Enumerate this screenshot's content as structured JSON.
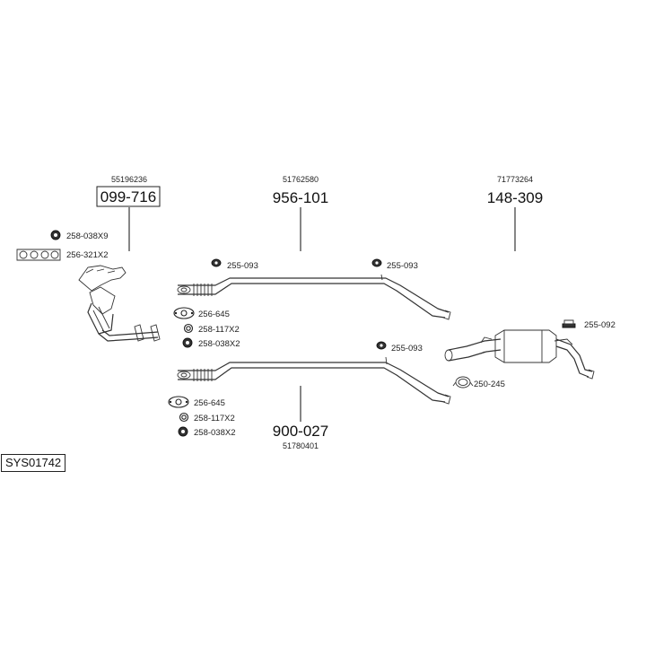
{
  "system_code": "SYS01742",
  "groups": [
    {
      "id": "manifold",
      "oem_ref": "55196236",
      "part_no": "099-716",
      "boxed": true
    },
    {
      "id": "front-pipe-upper",
      "oem_ref": "51762580",
      "part_no": "956-101",
      "boxed": false
    },
    {
      "id": "rear-silencer",
      "oem_ref": "71773264",
      "part_no": "148-309",
      "boxed": false
    },
    {
      "id": "front-pipe-lower",
      "oem_ref": "51780401",
      "part_no": "900-027",
      "boxed": false
    }
  ],
  "parts": {
    "nut_258_038x9": "258-038X9",
    "gasket_256_321x2": "256-321X2",
    "hanger_255_093_a": "255-093",
    "hanger_255_093_b": "255-093",
    "hanger_255_093_c": "255-093",
    "hanger_255_092": "255-092",
    "gasket_256_645_a": "256-645",
    "ring_258_117x2_a": "258-117X2",
    "nut_258_038x2_a": "258-038X2",
    "gasket_256_645_b": "256-645",
    "ring_258_117x2_b": "258-117X2",
    "nut_258_038x2_b": "258-038X2",
    "clamp_250_245": "250-245"
  }
}
